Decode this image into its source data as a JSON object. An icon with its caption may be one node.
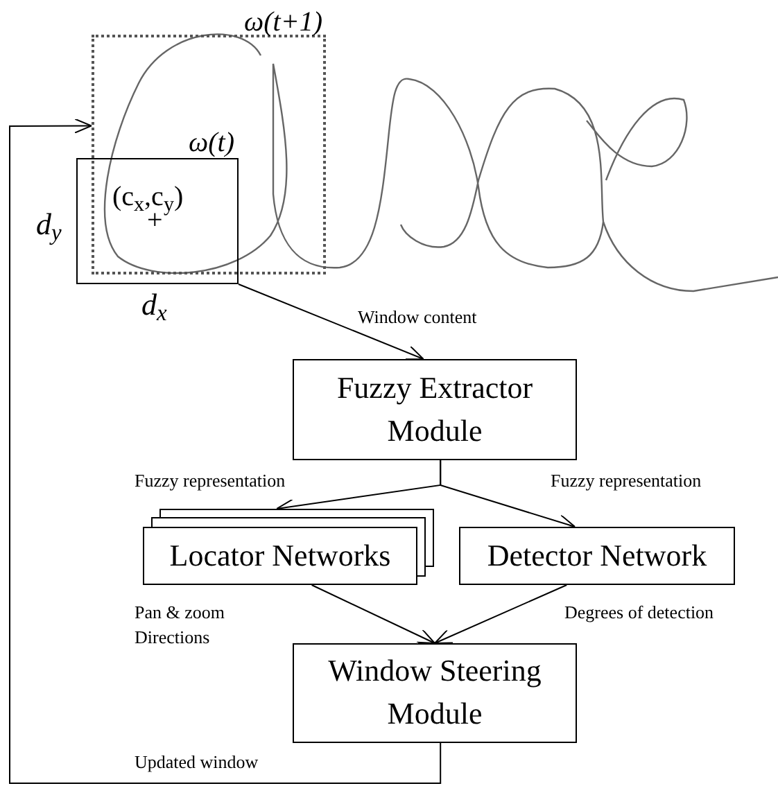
{
  "diagram": {
    "nodes": [
      {
        "text": [
          "ω(t+1)"
        ]
      },
      {
        "text": [
          "(c$_{x}$,c$_{y}$)"
        ],
        "beside": [
          "d$_{y}$",
          "d$_{x}$"
        ]
      },
      {
        "text": [
          "Fuzzy Extractor Module"
        ]
      },
      {
        "text": [
          "Locator Networks"
        ]
      },
      {
        "text": [
          "Detector Network"
        ]
      },
      {
        "text": [
          "Window Steering Module"
        ]
      }
    ],
    "edges": [
      {
        "from": 1,
        "to": 2,
        "arrow": "to",
        "label": "Window content"
      },
      {
        "from": 2,
        "to": 3,
        "arrow": "to",
        "label": "Fuzzy representation"
      },
      {
        "from": 2,
        "to": 4,
        "arrow": "to",
        "label": "Fuzzy representation"
      },
      {
        "from": 3,
        "to": 5,
        "arrow": "to",
        "label": "Pan & zoom Directions"
      },
      {
        "from": 4,
        "to": 5,
        "arrow": "to",
        "label": "Degrees of detection"
      },
      {
        "from": 5,
        "to": 0,
        "arrow": "to",
        "label": "Updated window"
      }
    ],
    "labels": [
      "ω(t)",
      "+"
    ]
  }
}
